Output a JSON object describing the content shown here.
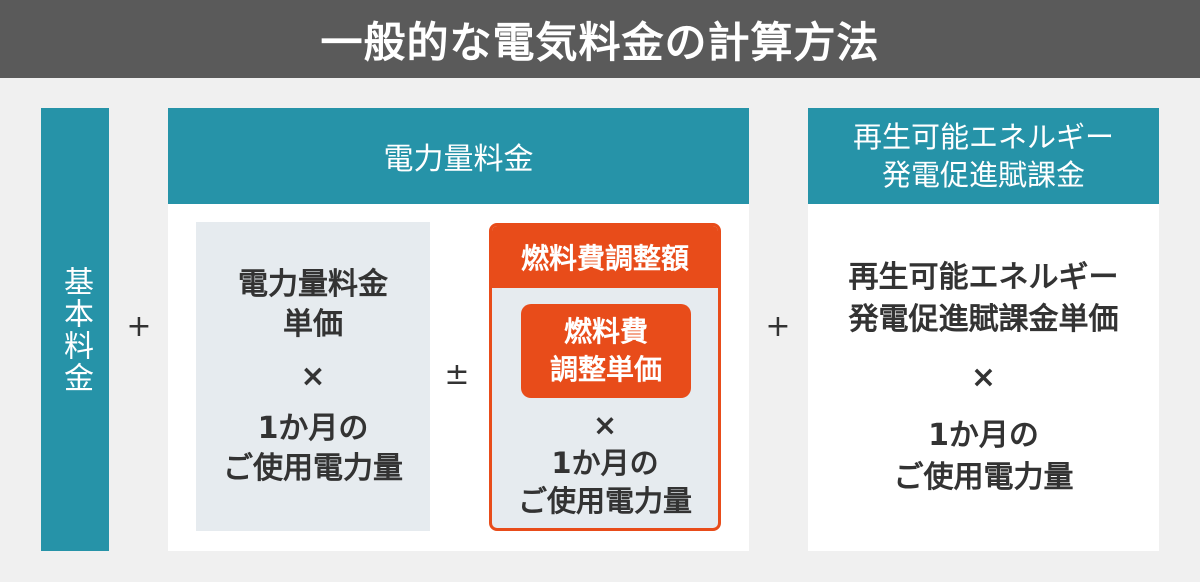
{
  "title": "一般的な電気料金の計算方法",
  "base_fee": "基本料金",
  "operators": {
    "plus": "+",
    "plus_minus": "±",
    "times": "×"
  },
  "energy": {
    "header": "電力量料金",
    "unit_price_lines": [
      "電力量料金",
      "単価"
    ],
    "usage_lines": [
      "1か月の",
      "ご使用電力量"
    ]
  },
  "fuel": {
    "header": "燃料費調整額",
    "unit_price_lines": [
      "燃料費",
      "調整単価"
    ],
    "usage_lines": [
      "1か月の",
      "ご使用電力量"
    ]
  },
  "renewable": {
    "header_lines": [
      "再生可能エネルギー",
      "発電促進賦課金"
    ],
    "unit_price_lines": [
      "再生可能エネルギー",
      "発電促進賦課金単価"
    ],
    "usage_lines": [
      "1か月の",
      "ご使用電力量"
    ]
  },
  "colors": {
    "teal": "#2693a8",
    "orange": "#e84c1a",
    "title_bg": "#5a5a5a",
    "light_box": "#e6ebef"
  }
}
